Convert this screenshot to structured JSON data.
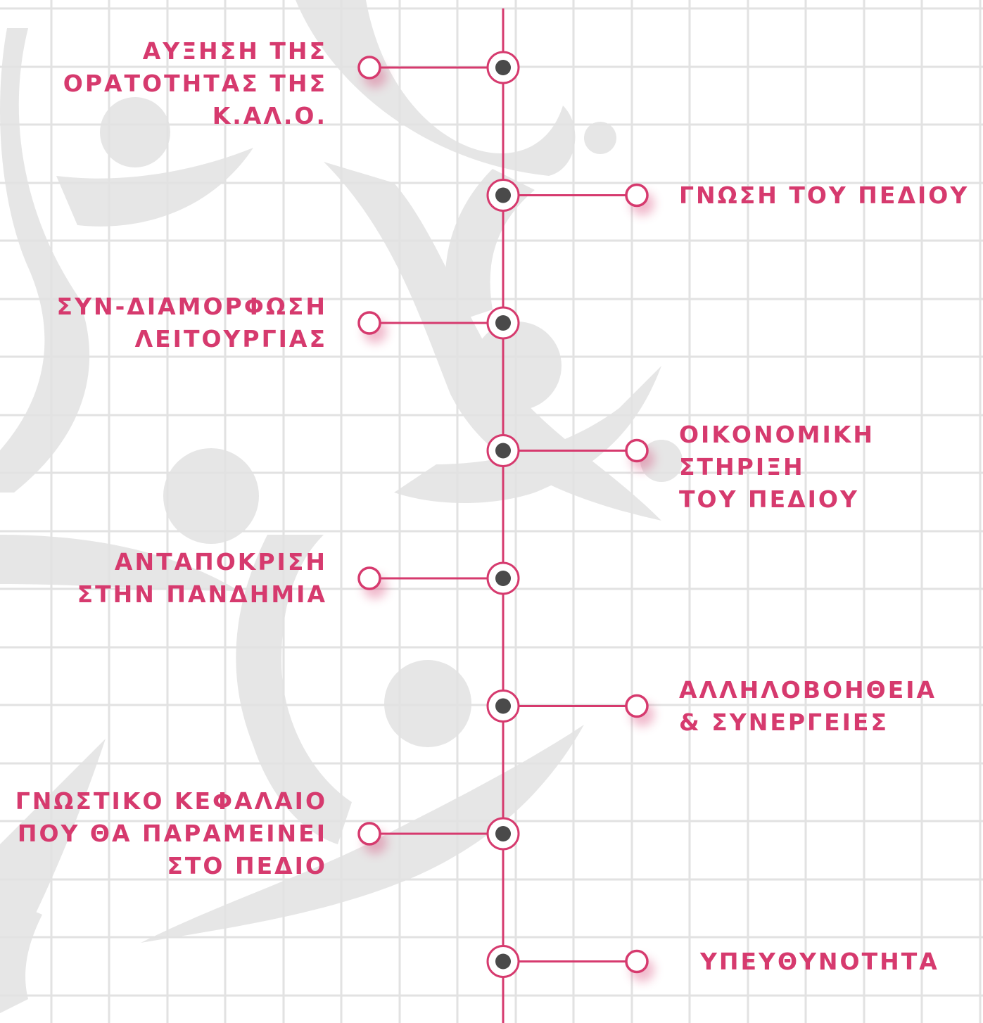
{
  "colors": {
    "accent": "#d63a6e",
    "node_core": "#4a4a4a",
    "grid": "#e2e2e2",
    "watermark": "#e6e6e6"
  },
  "timeline": {
    "items": [
      {
        "text": "ΑΥΞΗΣΗ ΤΗΣ\nΟΡΑΤΟΤΗΤΑΣ ΤΗΣ Κ.ΑΛ.Ο.",
        "side": "left"
      },
      {
        "text": "ΓΝΩΣΗ ΤΟΥ ΠΕΔΙΟΥ",
        "side": "right"
      },
      {
        "text": "ΣΥΝ-ΔΙΑΜΟΡΦΩΣΗ\nΛΕΙΤΟΥΡΓΙΑΣ",
        "side": "left"
      },
      {
        "text": "ΟΙΚΟΝΟΜΙΚΗ ΣΤΗΡΙΞΗ\n ΤΟΥ ΠΕΔΙΟΥ",
        "side": "right"
      },
      {
        "text": "ΑΝΤΑΠΟΚΡΙΣΗ\nΣΤΗΝ ΠΑΝΔΗΜΙΑ",
        "side": "left"
      },
      {
        "text": "ΑΛΛΗΛΟΒΟΗΘΕΙΑ\n& ΣΥΝΕΡΓΕΙΕΣ",
        "side": "right"
      },
      {
        "text": "ΓΝΩΣΤΙΚΟ ΚΕΦΑΛΑΙΟ\nΠΟΥ ΘΑ ΠΑΡΑΜΕΙΝΕΙ\nΣΤΟ ΠΕΔΙΟ",
        "side": "left"
      },
      {
        "text": "ΥΠΕΥΘΥΝΟΤΗΤΑ",
        "side": "right"
      }
    ]
  }
}
